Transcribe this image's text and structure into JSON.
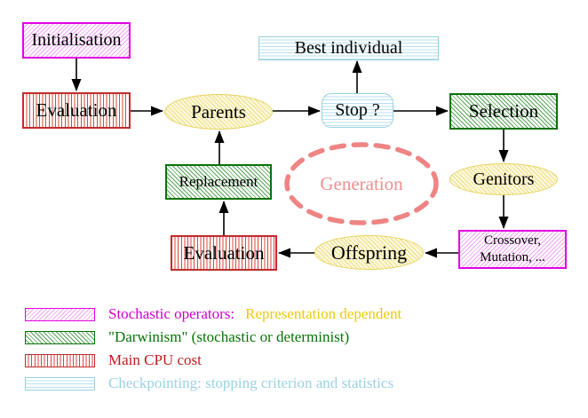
{
  "diagram": {
    "nodes": {
      "initialisation": "Initialisation",
      "evaluation_top": "Evaluation",
      "parents": "Parents",
      "best_individual": "Best individual",
      "stop": "Stop ?",
      "selection": "Selection",
      "genitors": "Genitors",
      "crossover_line1": "Crossover,",
      "crossover_line2": "Mutation, ...",
      "offspring": "Offspring",
      "evaluation_bottom": "Evaluation",
      "replacement": "Replacement",
      "generation": "Generation"
    },
    "edges": [
      {
        "from": "initialisation",
        "to": "evaluation_top"
      },
      {
        "from": "evaluation_top",
        "to": "parents"
      },
      {
        "from": "parents",
        "to": "stop"
      },
      {
        "from": "stop",
        "to": "best_individual"
      },
      {
        "from": "stop",
        "to": "selection"
      },
      {
        "from": "selection",
        "to": "genitors"
      },
      {
        "from": "genitors",
        "to": "crossover_mutation"
      },
      {
        "from": "crossover_mutation",
        "to": "offspring"
      },
      {
        "from": "offspring",
        "to": "evaluation_bottom"
      },
      {
        "from": "evaluation_bottom",
        "to": "replacement"
      },
      {
        "from": "replacement",
        "to": "parents"
      }
    ],
    "colors": {
      "magenta_border": "#e203e2",
      "magenta_hatch": "#f3a3f3",
      "green_border": "#077306",
      "green_hatch": "#58a358",
      "red_border": "#c32a2a",
      "red_stripe": "#dd4444",
      "cyan_border": "#99d0e0",
      "cyan_stripe": "#b9e1ee",
      "yellow_border": "#e5d45e",
      "yellow_fill": "#fdf9dc",
      "generation_dash": "#ee8484",
      "generation_text": "#ee9090"
    }
  },
  "legend": {
    "items": [
      {
        "swatch": "magenta-hatch",
        "label": "Stochastic operators:",
        "label2": "Representation dependent",
        "label_color": "#cc00cc",
        "label2_color": "#edc90f"
      },
      {
        "swatch": "green-hatch",
        "label": "\"Darwinism\" (stochastic or determinist)",
        "label_color": "#067306"
      },
      {
        "swatch": "red-stripes",
        "label": "Main CPU cost",
        "label_color": "#c11b1b"
      },
      {
        "swatch": "cyan-stripes",
        "label": "Checkpointing: stopping criterion and statistics",
        "label_color": "#9bd2e5"
      }
    ]
  }
}
